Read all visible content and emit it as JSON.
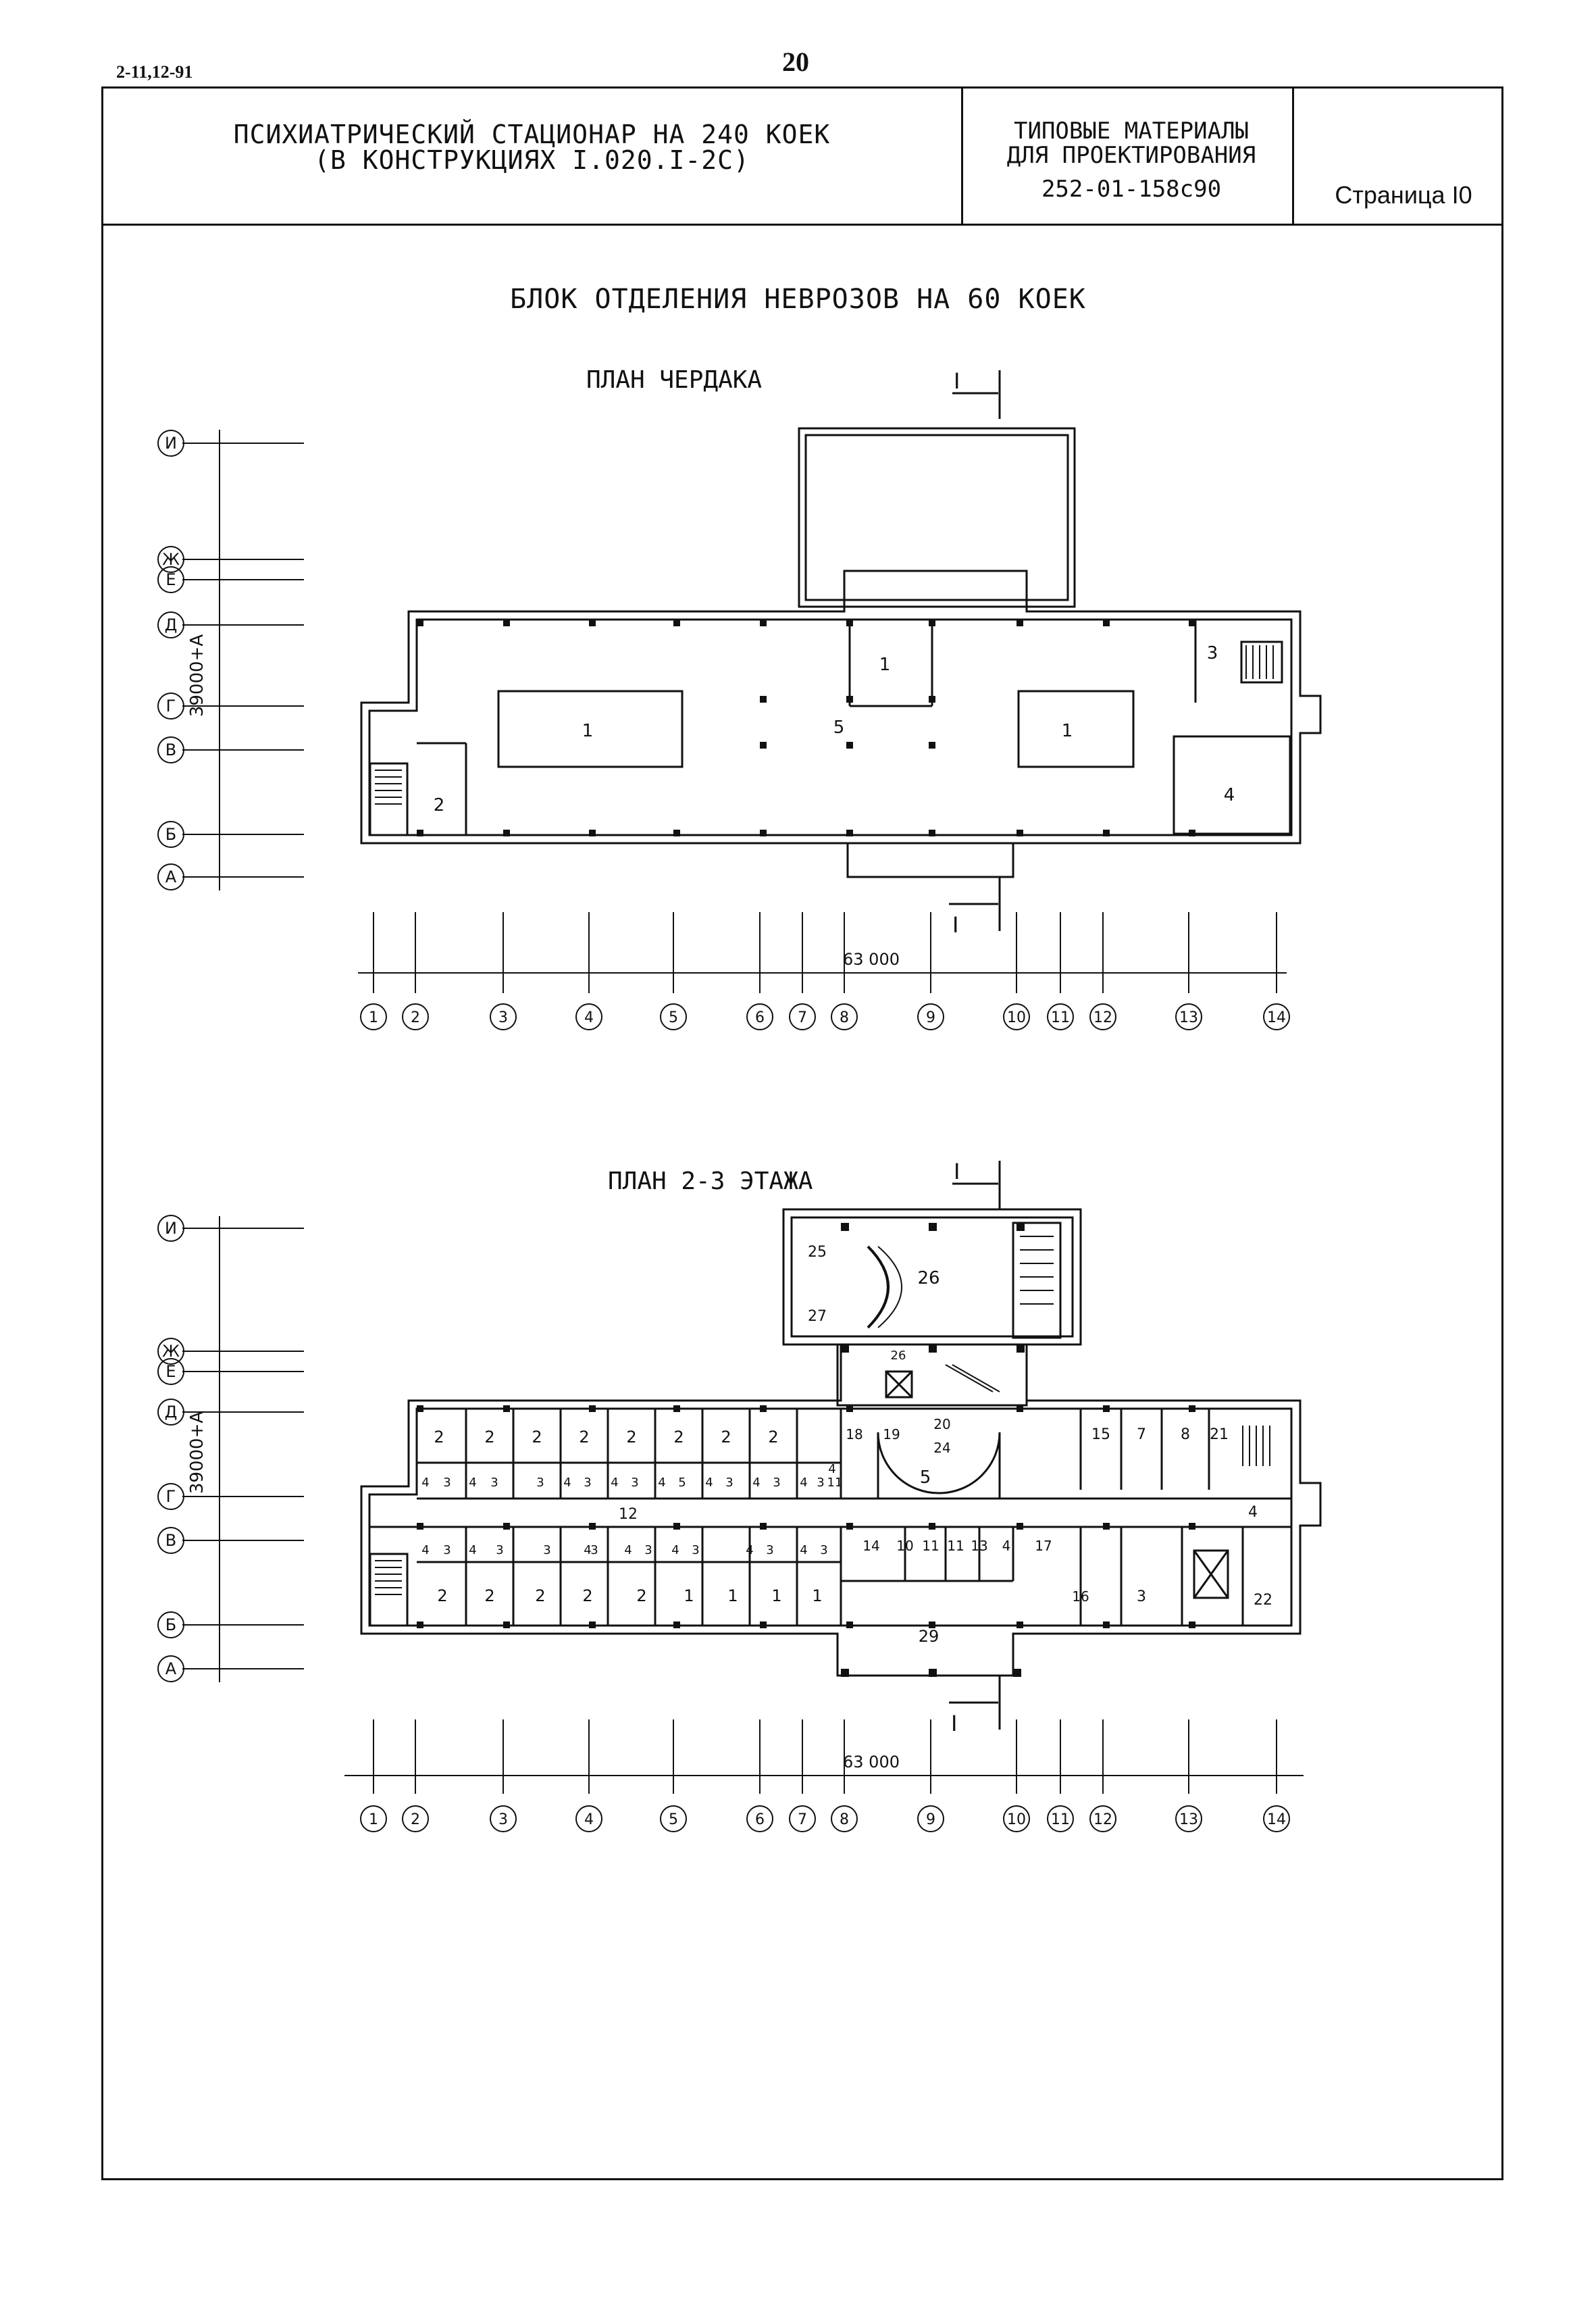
{
  "header": {
    "series_code": "2-11,12-91",
    "page_number": "20"
  },
  "stamp": {
    "title_line1": "ПСИХИАТРИЧЕСКИЙ СТАЦИОНАР НА 240 КОЕК",
    "title_line2": "(В КОНСТРУКЦИЯХ I.020.I-2С)",
    "materials_line1": "ТИПОВЫЕ МАТЕРИАЛЫ",
    "materials_line2": "ДЛЯ ПРОЕКТИРОВАНИЯ",
    "project_code": "252-01-158с90",
    "page_label": "Страница  I0"
  },
  "block_title": "БЛОК ОТДЕЛЕНИЯ НЕВРОЗОВ НА 60 КОЕК",
  "plans": [
    {
      "title": "ПЛАН ЧЕРДАКА",
      "section_mark": "I",
      "vertical_dimension": "39000+A",
      "horizontal_dimension": "63 000",
      "row_axes": [
        "И",
        "Ж",
        "Е",
        "Д",
        "Г",
        "В",
        "Б",
        "А"
      ],
      "column_axes": [
        "1",
        "2",
        "3",
        "4",
        "5",
        "6",
        "7",
        "8",
        "9",
        "10",
        "11",
        "12",
        "13",
        "14"
      ],
      "room_labels": [
        "1",
        "1",
        "1",
        "2",
        "3",
        "4",
        "5"
      ]
    },
    {
      "title": "ПЛАН 2-3 ЭТАЖА",
      "section_mark": "I",
      "vertical_dimension": "39000+A",
      "horizontal_dimension": "63 000",
      "row_axes": [
        "И",
        "Ж",
        "Е",
        "Д",
        "Г",
        "В",
        "Б",
        "А"
      ],
      "column_axes": [
        "1",
        "2",
        "3",
        "4",
        "5",
        "6",
        "7",
        "8",
        "9",
        "10",
        "11",
        "12",
        "13",
        "14"
      ],
      "room_labels": {
        "top_wards": [
          "2",
          "2",
          "2",
          "2",
          "2",
          "2",
          "2",
          "2"
        ],
        "top_small": [
          "4",
          "3",
          "4",
          "3",
          "3",
          "4",
          "3",
          "4",
          "3",
          "4",
          "5",
          "4",
          "3",
          "4",
          "3",
          "4",
          "3",
          "4",
          "11"
        ],
        "corridor": "12",
        "bottom_small": [
          "4",
          "3",
          "4",
          "3",
          "3",
          "4",
          "3",
          "4",
          "3",
          "4",
          "3",
          "4",
          "3",
          "4",
          "3"
        ],
        "bottom_wards": [
          "2",
          "2",
          "2",
          "2",
          "2",
          "1",
          "1",
          "1",
          "1"
        ],
        "center": [
          "18",
          "19",
          "20",
          "24",
          "5",
          "14",
          "10",
          "11",
          "11",
          "13",
          "4",
          "17",
          "16"
        ],
        "right": [
          "15",
          "7",
          "8",
          "21",
          "4",
          "3",
          "22"
        ],
        "tower": [
          "25",
          "26",
          "27",
          "26"
        ],
        "south": "29"
      }
    }
  ]
}
